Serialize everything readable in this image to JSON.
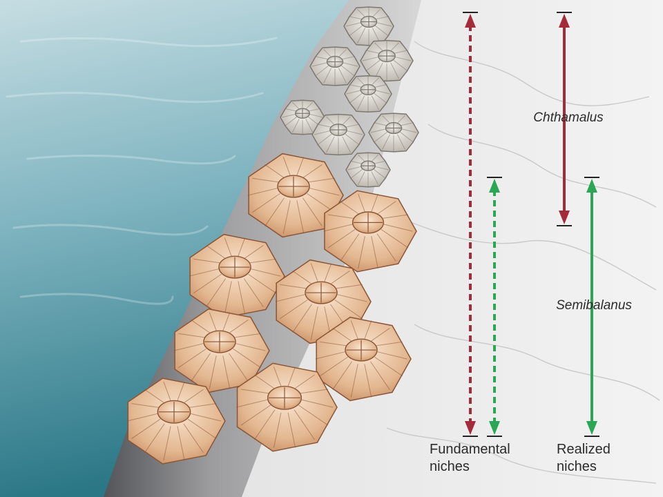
{
  "colors": {
    "water_light": "#b9d5dc",
    "water_dark": "#2f8190",
    "rock_dark": "#5b5b5e",
    "rock_light": "#e9e9e9",
    "chthamalus_shell": "#e4e0d8",
    "semibalanus_shell": "#e9c6a6",
    "red_arrow": "#a52a3a",
    "green_arrow": "#2aa655"
  },
  "labels": {
    "chthamalus": "Chthamalus",
    "semibalanus": "Semibalanus",
    "fundamental_line1": "Fundamental",
    "fundamental_line2": "niches",
    "realized_line1": "Realized",
    "realized_line2": "niches"
  },
  "niches": {
    "chthamalus_fundamental": {
      "species": "Chthamalus",
      "kind": "fundamental",
      "style": "dashed",
      "color": "#a52a3a"
    },
    "semibalanus_fundamental": {
      "species": "Semibalanus",
      "kind": "fundamental",
      "style": "dashed",
      "color": "#2aa655"
    },
    "chthamalus_realized": {
      "species": "Chthamalus",
      "kind": "realized",
      "style": "solid",
      "color": "#a52a3a"
    },
    "semibalanus_realized": {
      "species": "Semibalanus",
      "kind": "realized",
      "style": "solid",
      "color": "#2aa655"
    }
  }
}
